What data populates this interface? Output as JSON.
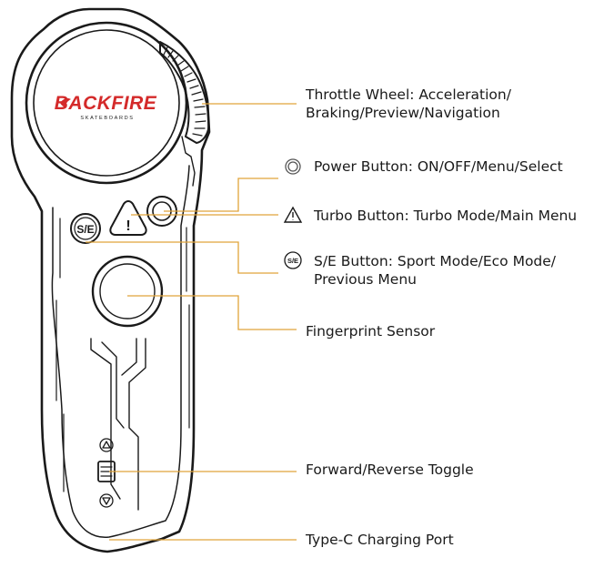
{
  "brand": {
    "logo_text": "BACKFIRE",
    "logo_subtext": "SKATEBOARDS",
    "logo_color": "#d42a2a"
  },
  "button_glyphs": {
    "se_button": "S/E",
    "se_icon": "S/E",
    "turbo_button": "!"
  },
  "callouts": [
    {
      "id": "throttle-wheel",
      "lines": [
        "Throttle Wheel: Acceleration/",
        "Braking/Preview/Navigation"
      ],
      "icon": ""
    },
    {
      "id": "power-button",
      "lines": [
        "Power Button: ON/OFF/Menu/Select"
      ],
      "icon": "power-circle-icon"
    },
    {
      "id": "turbo-button",
      "lines": [
        "Turbo Button: Turbo Mode/Main Menu"
      ],
      "icon": "warning-triangle-icon"
    },
    {
      "id": "se-button",
      "lines": [
        "S/E Button: Sport Mode/Eco Mode/",
        "Previous Menu"
      ],
      "icon": "se-circle-icon"
    },
    {
      "id": "fingerprint-sensor",
      "lines": [
        "Fingerprint Sensor"
      ],
      "icon": ""
    },
    {
      "id": "forward-reverse-toggle",
      "lines": [
        "Forward/Reverse Toggle"
      ],
      "icon": ""
    },
    {
      "id": "type-c-port",
      "lines": [
        "Type-C Charging Port"
      ],
      "icon": ""
    }
  ],
  "colors": {
    "leader_line": "#e0a43a",
    "outline": "#1a1a1a",
    "text": "#1a1a1a"
  }
}
